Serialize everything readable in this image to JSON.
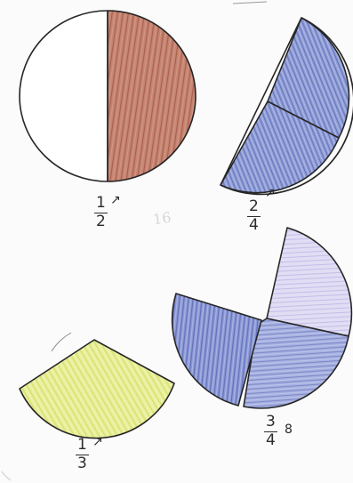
{
  "drawings": [
    {
      "id": "half",
      "fraction": {
        "numerator": "1",
        "denominator": "2"
      },
      "mark": "↗",
      "fill_color": "#b5614d",
      "shaded_parts": 1,
      "total_parts": 2
    },
    {
      "id": "two-quarters",
      "fraction": {
        "numerator": "2",
        "denominator": "4"
      },
      "mark": "↗",
      "fill_color": "#6f7fc8",
      "shaded_parts": 2,
      "total_parts": 4
    },
    {
      "id": "third",
      "fraction": {
        "numerator": "1",
        "denominator": "3"
      },
      "mark": "↗",
      "fill_color": "#e2ec78",
      "shaded_parts": 1,
      "total_parts": 3
    },
    {
      "id": "three-quarters",
      "fraction": {
        "numerator": "3",
        "denominator": "4"
      },
      "mark": "8",
      "fill_color": "#6b7fc4",
      "light_fill_color": "#cbc6ec",
      "shaded_parts": 3,
      "total_parts": 4
    }
  ],
  "faint_text": "16"
}
